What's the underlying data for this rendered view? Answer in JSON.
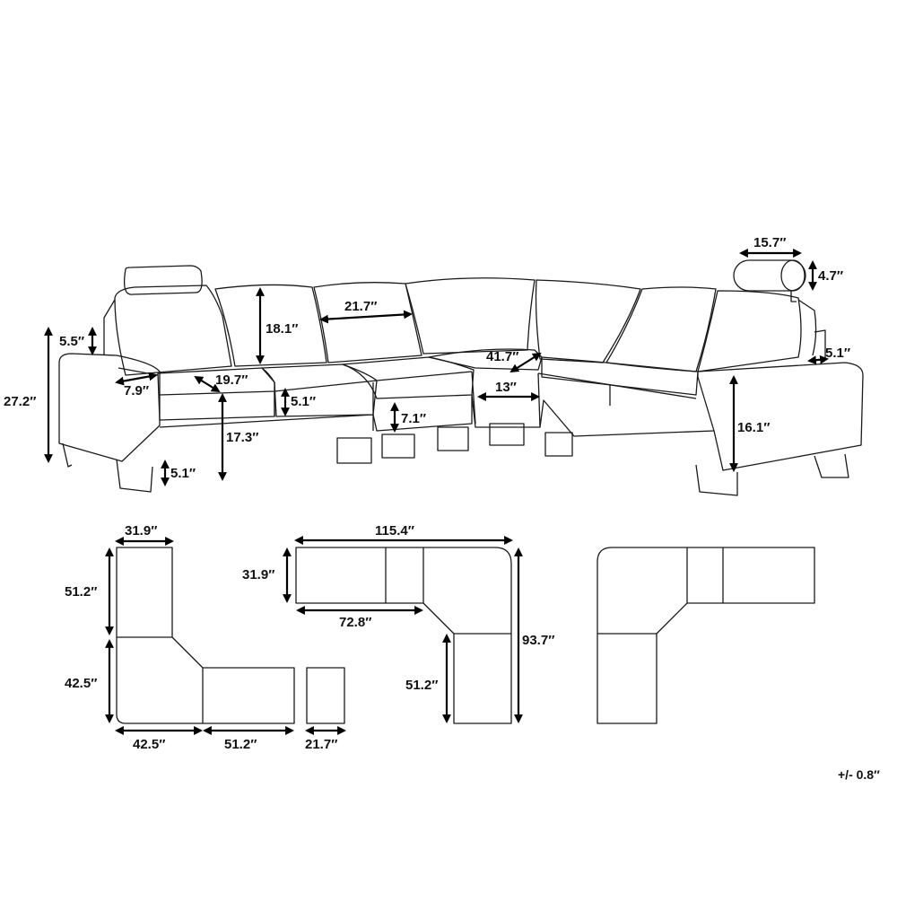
{
  "dimensions": {
    "head_offset": "5.5″",
    "total_height": "27.2″",
    "arm_width": "7.9″",
    "seat_depth": "19.7″",
    "back_height": "18.1″",
    "headrest_width_left": "21.7″",
    "cushion_thickness": "5.1″",
    "seat_height": "17.3″",
    "leg_height_left": "5.1″",
    "base_height": "7.1″",
    "corner_diagonal": "41.7″",
    "corner_front": "13″",
    "headrest_length": "15.7″",
    "headrest_height": "4.7″",
    "arm_offset_right": "5.1″",
    "arm_height_right": "16.1″"
  },
  "plan_left": {
    "top_width": "31.9″",
    "upper_length": "51.2″",
    "corner_height": "42.5″",
    "corner_width": "42.5″",
    "bottom_length": "51.2″",
    "ottoman_width": "21.7″"
  },
  "plan_middle": {
    "total_width": "115.4″",
    "depth": "31.9″",
    "long_section": "72.8″",
    "total_length": "93.7″",
    "short_section": "51.2″"
  },
  "tolerance": "+/- 0.8″"
}
